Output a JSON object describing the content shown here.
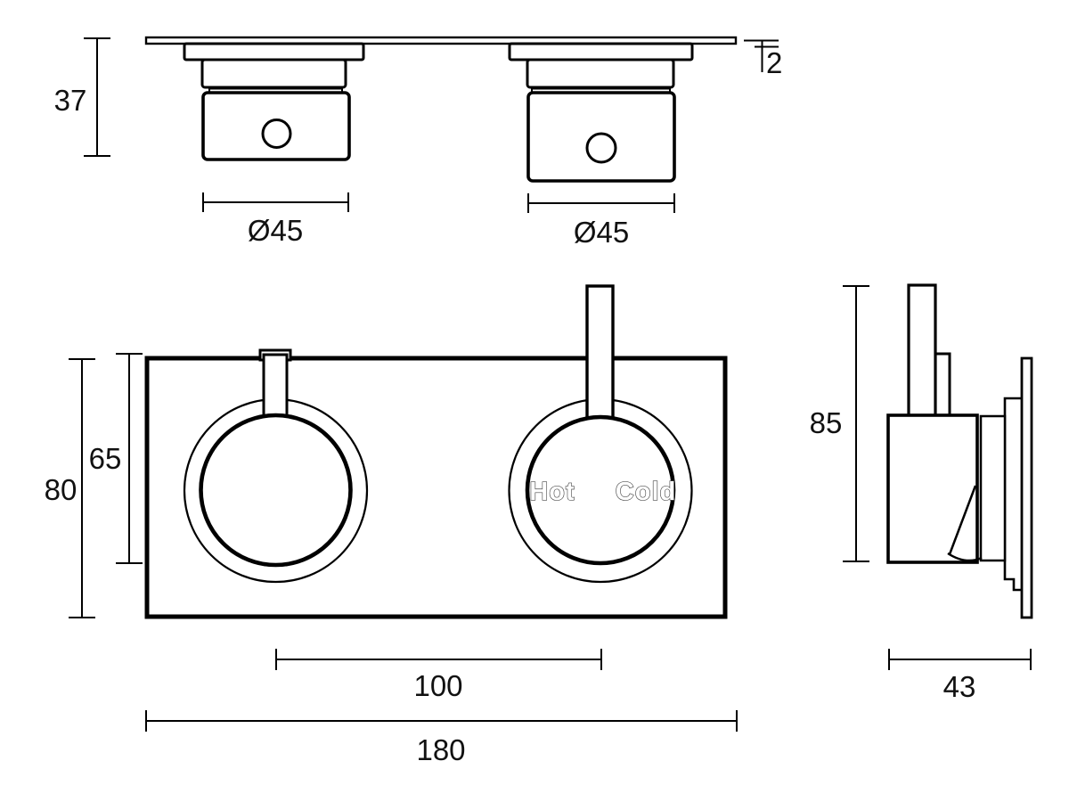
{
  "colors": {
    "background": "#ffffff",
    "line": "#000000",
    "dimension_text": "#111111",
    "engraving_outline": "#4a4a4a"
  },
  "top_view": {
    "dim_height": "37",
    "dim_plate_thickness": "2",
    "dim_left_diameter": "Ø45",
    "dim_right_diameter": "Ø45"
  },
  "front_view": {
    "dim_knob_centre_height": "65",
    "dim_plate_height": "80",
    "dim_handle_centres": "100",
    "dim_plate_width": "180",
    "label_hot": "Hot",
    "label_cold": "Cold"
  },
  "side_view": {
    "dim_overall_height": "85",
    "dim_depth": "43"
  }
}
